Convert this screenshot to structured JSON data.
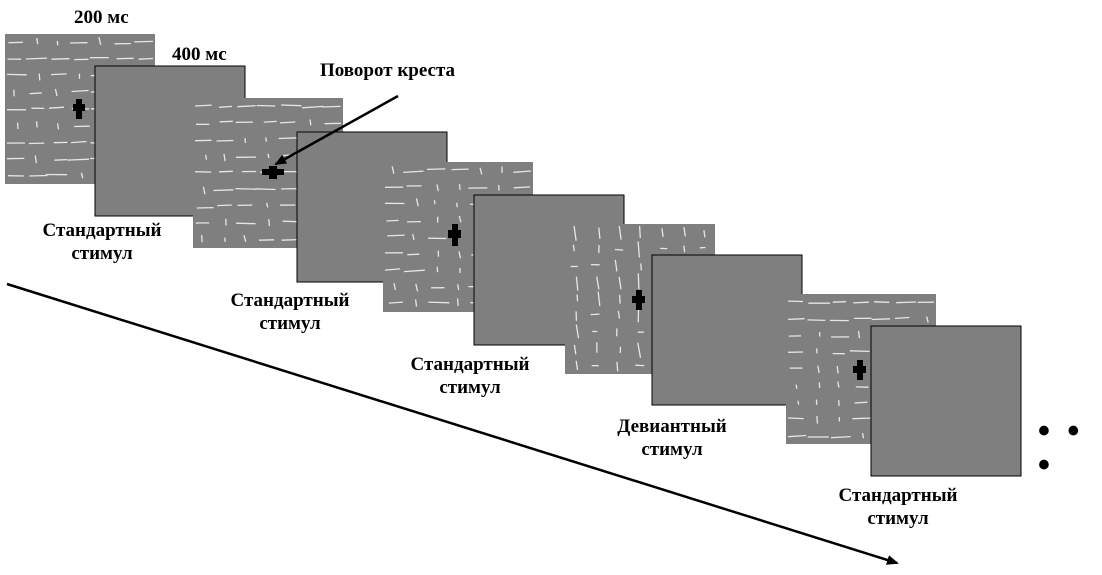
{
  "colors": {
    "frame_fill": "#7f7f7f",
    "frame_border": "#000000",
    "line_color": "#e6e6e6",
    "cross_color": "#000000",
    "arrow_color": "#000000"
  },
  "timing": {
    "stimulus_duration": "200 мс",
    "blank_duration": "400 мс"
  },
  "annotation": {
    "cross_rotation": "Поворот креста"
  },
  "stimuli": [
    {
      "kind": "standard",
      "cross": "vertical",
      "line1": "Стандартный",
      "line2": "стимул"
    },
    {
      "kind": "standard",
      "cross": "horizontal",
      "line1": "Стандартный",
      "line2": "стимул"
    },
    {
      "kind": "standard",
      "cross": "vertical",
      "line1": "Стандартный",
      "line2": "стимул"
    },
    {
      "kind": "deviant",
      "cross": "vertical",
      "line1": "Девиантный",
      "line2": "стимул"
    },
    {
      "kind": "standard",
      "cross": "vertical",
      "line1": "Стандартный",
      "line2": "стимул"
    }
  ],
  "continuation": "• • •",
  "time_axis_icon": "time-arrow"
}
